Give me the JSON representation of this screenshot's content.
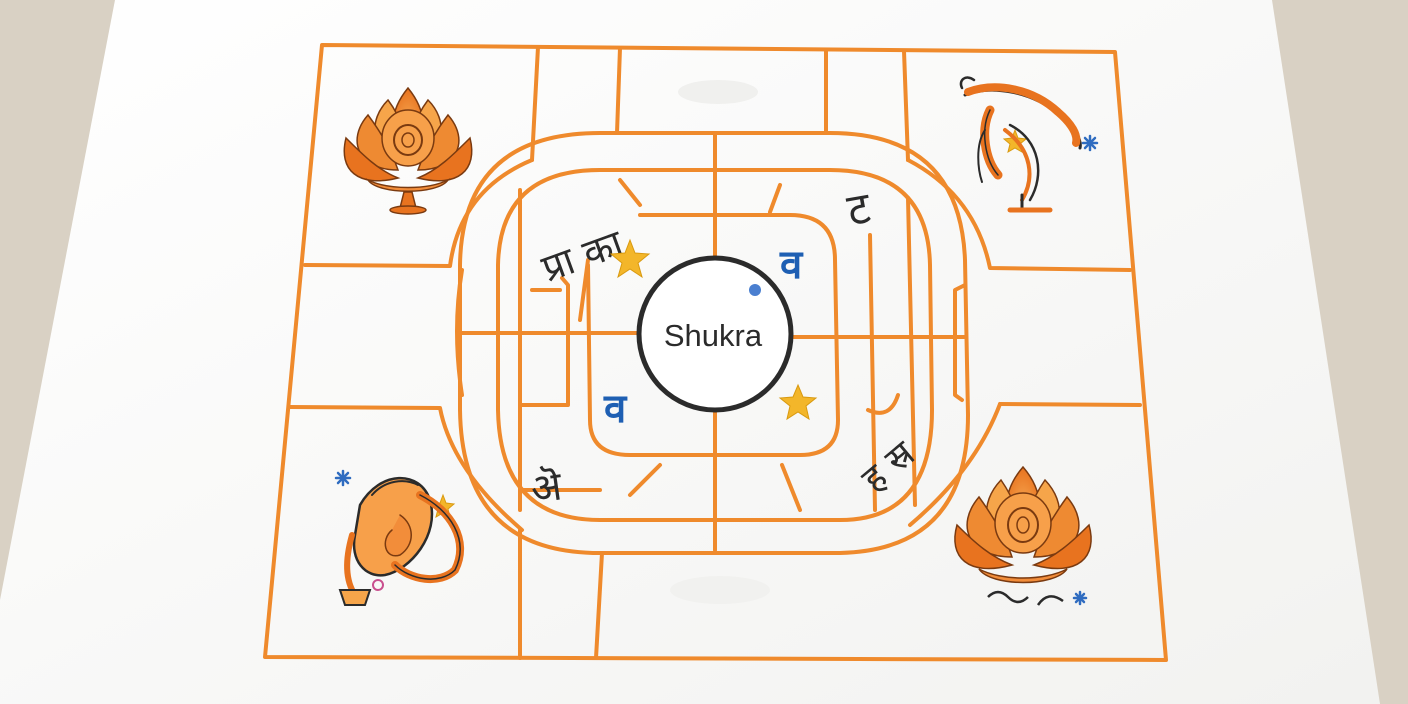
{
  "chart": {
    "center_label": "Shukra",
    "glyphs": [
      {
        "id": "glyph-top-left",
        "text": "प्रा का",
        "color": "#2b2b2b"
      },
      {
        "id": "glyph-top-right",
        "text": "ट",
        "color": "#2b2b2b"
      },
      {
        "id": "glyph-blue-right",
        "text": "व",
        "color": "#1e5fb3"
      },
      {
        "id": "glyph-blue-left",
        "text": "व",
        "color": "#1e5fb3"
      },
      {
        "id": "glyph-bottom-left",
        "text": "ऄ",
        "color": "#2b2b2b"
      },
      {
        "id": "glyph-bottom-right",
        "text": "ह स्र",
        "color": "#2b2b2b"
      }
    ]
  },
  "colors": {
    "line": "#ef8a2c",
    "paper": "#fbfbfa",
    "background": "#d9d1c4",
    "ink": "#2b2b2b",
    "star": "#f3b62a",
    "blue": "#1e5fb3",
    "petal_light": "#f6a54a",
    "petal_dark": "#e8731f"
  },
  "icons": {
    "lotus": "lotus-icon",
    "peacock": "peacock-icon",
    "conch": "conch-icon",
    "star": "star-icon",
    "sparkle": "sparkle-icon"
  }
}
